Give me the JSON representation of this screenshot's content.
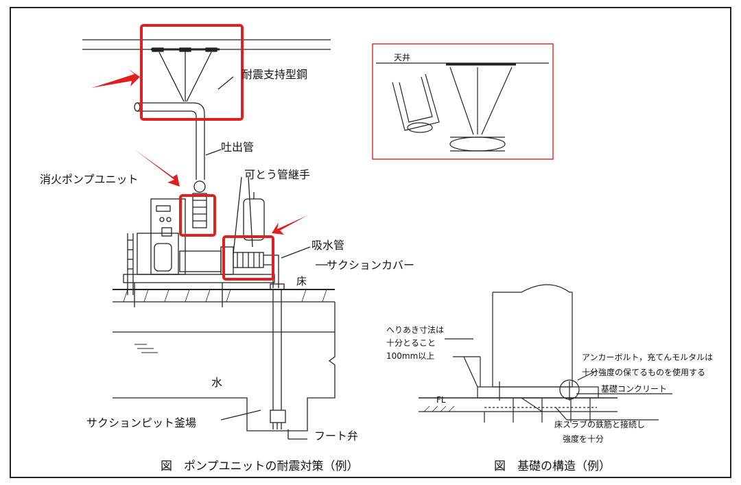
{
  "left_figure": {
    "labels": {
      "seismic_support": "耐震支持型鋼",
      "discharge_pipe": "吐出管",
      "pump_unit": "消火ポンプユニット",
      "flexible_joint": "可とう管継手",
      "suction_pipe": "吸水管",
      "suction_cover": "サクションカバー",
      "floor": "床",
      "water": "水",
      "suction_pit": "サクションピット釜場",
      "foot_valve": "フート弁"
    },
    "caption": "図　ポンプユニットの耐震対策（例）"
  },
  "inset_figure": {
    "ceiling": "天井"
  },
  "right_figure": {
    "labels": {
      "edge_distance_1": "へりあき寸法は",
      "edge_distance_2": "十分とること",
      "edge_distance_3": "100mm以上",
      "anchor_1": "アンカーボルト，充てんモルタルは",
      "anchor_2": "十分強度の保てるものを使用する",
      "foundation_concrete": "基礎コンクリート",
      "slab_1": "床スラブの鉄筋と接続し",
      "slab_2": "強度を十分",
      "fl": "FL"
    },
    "caption": "図　基礎の構造（例）"
  },
  "colors": {
    "highlight": "#e02020",
    "line": "#222222"
  }
}
